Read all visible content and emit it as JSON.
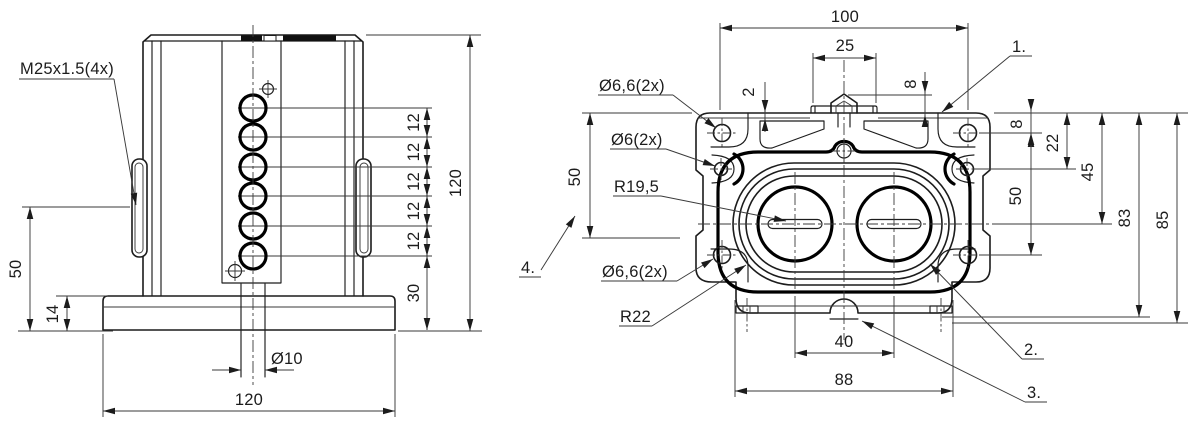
{
  "side_view": {
    "thread_label": "M25x1.5(4x)",
    "pitch_dims": [
      "12",
      "12",
      "12",
      "12",
      "12"
    ],
    "bottom_segment": "30",
    "total_height": "120",
    "boss_center_height": "50",
    "base_thickness": "14",
    "rod_diameter": "Ø10",
    "base_width": "120"
  },
  "front_view": {
    "overall_width": "100",
    "tab_width": "25",
    "top_step": "2",
    "tab_height": "8",
    "hole_edge_offset": "8",
    "hole_vertical_span": "50",
    "small_hole_offset": "22",
    "bore_axis_offset": "45",
    "left_height": "50",
    "depth_inner": "83",
    "depth_outer": "85",
    "bore_spacing": "40",
    "seal_width": "88",
    "labels": {
      "corner_holes_top": "Ø6,6(2x)",
      "pilot_holes": "Ø6(2x)",
      "bore_radius": "R19,5",
      "corner_holes_bottom": "Ø6,6(2x)",
      "groove_radius": "R22"
    },
    "callouts": {
      "c1": "1.",
      "c2": "2.",
      "c3": "3.",
      "c4": "4."
    }
  }
}
